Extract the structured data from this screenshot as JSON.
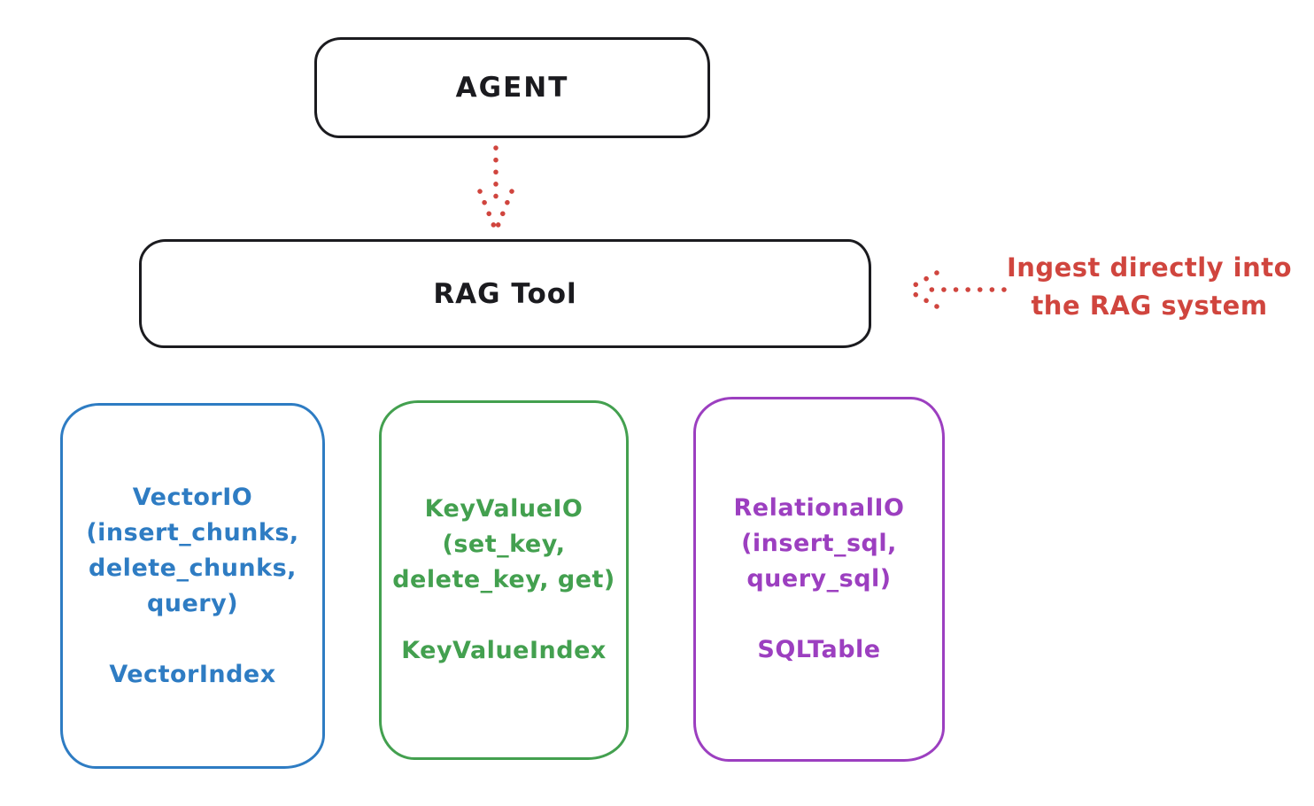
{
  "colors": {
    "black": "#1b1b1f",
    "red": "#d0453e",
    "blue": "#2e7cc3",
    "green": "#43a04f",
    "purple": "#9c3fc0"
  },
  "agent_box": {
    "label": "AGENT"
  },
  "rag_tool_box": {
    "label": "RAG Tool"
  },
  "annotation": {
    "line1": "Ingest directly into",
    "line2": "the RAG system"
  },
  "io_boxes": [
    {
      "id": "vector-io",
      "color": "#2e7cc3",
      "lines": [
        "VectorIO",
        "(insert_chunks,",
        "delete_chunks,",
        "query)"
      ],
      "index_label": "VectorIndex"
    },
    {
      "id": "keyvalue-io",
      "color": "#43a04f",
      "lines": [
        "KeyValueIO",
        "(set_key,",
        "delete_key, get)"
      ],
      "index_label": "KeyValueIndex"
    },
    {
      "id": "relational-io",
      "color": "#9c3fc0",
      "lines": [
        "RelationalIO",
        "(insert_sql,",
        "query_sql)"
      ],
      "index_label": "SQLTable"
    }
  ]
}
